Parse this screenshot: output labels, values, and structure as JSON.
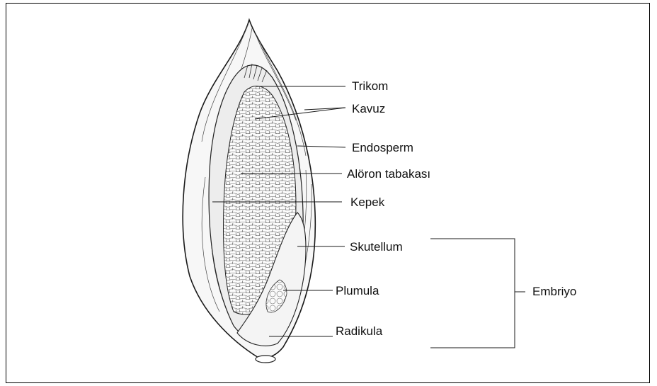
{
  "diagram": {
    "labels": {
      "trikom": "Trikom",
      "kavuz": "Kavuz",
      "endosperm": "Endosperm",
      "aleuron": "Alöron tabakası",
      "kepek": "Kepek",
      "skutellum": "Skutellum",
      "plumula": "Plumula",
      "radikula": "Radikula",
      "embriyo": "Embriyo"
    }
  }
}
